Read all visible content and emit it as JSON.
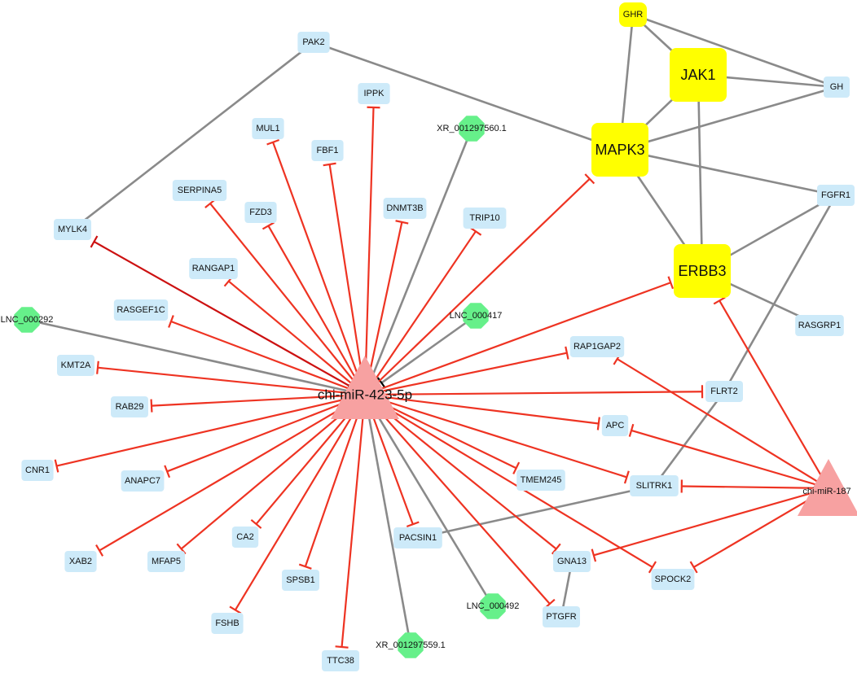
{
  "colors": {
    "target_node": "#cdeaf9",
    "hub_node": "#ffff00",
    "lnc_node": "#66f08a",
    "mirna_node": "#f7a1a1",
    "ppi_edge": "#8a8a8a",
    "inhibit_edge": "#ee3322",
    "inhibit_edge_dark": "#cc1111",
    "lnc_binding_mark": "#000000"
  },
  "legend_semantics": {
    "rounded_square": "mRNA target / protein",
    "yellow_square": "hub protein",
    "octagon": "lncRNA",
    "triangle": "miRNA",
    "red_tee_edge": "inhibition",
    "grey_edge": "interaction"
  },
  "nodes": [
    {
      "id": "mir423",
      "label": "chi-miR-423-5p",
      "kind": "mirna",
      "size": "big"
    },
    {
      "id": "mir187",
      "label": "chi-miR-187",
      "kind": "mirna",
      "size": "small"
    },
    {
      "id": "GHR",
      "label": "GHR",
      "kind": "hub",
      "size": "xs"
    },
    {
      "id": "JAK1",
      "label": "JAK1",
      "kind": "hub",
      "size": "l"
    },
    {
      "id": "MAPK3",
      "label": "MAPK3",
      "kind": "hub",
      "size": "l"
    },
    {
      "id": "ERBB3",
      "label": "ERBB3",
      "kind": "hub",
      "size": "l"
    },
    {
      "id": "LNC_000292",
      "label": "LNC_000292",
      "kind": "lnc"
    },
    {
      "id": "LNC_000417",
      "label": "LNC_000417",
      "kind": "lnc"
    },
    {
      "id": "LNC_000492",
      "label": "LNC_000492",
      "kind": "lnc"
    },
    {
      "id": "XR_001297560",
      "label": "XR_001297560.1",
      "kind": "lnc"
    },
    {
      "id": "XR_001297559",
      "label": "XR_001297559.1",
      "kind": "lnc"
    },
    {
      "id": "PAK2",
      "label": "PAK2",
      "kind": "target"
    },
    {
      "id": "GH",
      "label": "GH",
      "kind": "target"
    },
    {
      "id": "FGFR1",
      "label": "FGFR1",
      "kind": "target"
    },
    {
      "id": "RASGRP1",
      "label": "RASGRP1",
      "kind": "target"
    },
    {
      "id": "IPPK",
      "label": "IPPK",
      "kind": "target"
    },
    {
      "id": "MUL1",
      "label": "MUL1",
      "kind": "target"
    },
    {
      "id": "FBF1",
      "label": "FBF1",
      "kind": "target"
    },
    {
      "id": "SERPINA5",
      "label": "SERPINA5",
      "kind": "target"
    },
    {
      "id": "FZD3",
      "label": "FZD3",
      "kind": "target"
    },
    {
      "id": "DNMT3B",
      "label": "DNMT3B",
      "kind": "target"
    },
    {
      "id": "TRIP10",
      "label": "TRIP10",
      "kind": "target"
    },
    {
      "id": "MYLK4",
      "label": "MYLK4",
      "kind": "target"
    },
    {
      "id": "RANGAP1",
      "label": "RANGAP1",
      "kind": "target"
    },
    {
      "id": "RASGEF1C",
      "label": "RASGEF1C",
      "kind": "target"
    },
    {
      "id": "KMT2A",
      "label": "KMT2A",
      "kind": "target"
    },
    {
      "id": "RAB29",
      "label": "RAB29",
      "kind": "target"
    },
    {
      "id": "CNR1",
      "label": "CNR1",
      "kind": "target"
    },
    {
      "id": "ANAPC7",
      "label": "ANAPC7",
      "kind": "target"
    },
    {
      "id": "XAB2",
      "label": "XAB2",
      "kind": "target"
    },
    {
      "id": "MFAP5",
      "label": "MFAP5",
      "kind": "target"
    },
    {
      "id": "CA2",
      "label": "CA2",
      "kind": "target"
    },
    {
      "id": "SPSB1",
      "label": "SPSB1",
      "kind": "target"
    },
    {
      "id": "FSHB",
      "label": "FSHB",
      "kind": "target"
    },
    {
      "id": "TTC38",
      "label": "TTC38",
      "kind": "target"
    },
    {
      "id": "PACSIN1",
      "label": "PACSIN1",
      "kind": "target"
    },
    {
      "id": "TMEM245",
      "label": "TMEM245",
      "kind": "target"
    },
    {
      "id": "GNA13",
      "label": "GNA13",
      "kind": "target"
    },
    {
      "id": "PTGFR",
      "label": "PTGFR",
      "kind": "target"
    },
    {
      "id": "SPOCK2",
      "label": "SPOCK2",
      "kind": "target"
    },
    {
      "id": "SLITRK1",
      "label": "SLITRK1",
      "kind": "target"
    },
    {
      "id": "APC",
      "label": "APC",
      "kind": "target"
    },
    {
      "id": "FLRT2",
      "label": "FLRT2",
      "kind": "target"
    },
    {
      "id": "RAP1GAP2",
      "label": "RAP1GAP2",
      "kind": "target"
    }
  ],
  "edges": [
    {
      "source": "GHR",
      "target": "JAK1",
      "type": "interaction"
    },
    {
      "source": "GHR",
      "target": "MAPK3",
      "type": "interaction"
    },
    {
      "source": "GHR",
      "target": "GH",
      "type": "interaction"
    },
    {
      "source": "JAK1",
      "target": "GH",
      "type": "interaction"
    },
    {
      "source": "JAK1",
      "target": "MAPK3",
      "type": "interaction"
    },
    {
      "source": "JAK1",
      "target": "ERBB3",
      "type": "interaction"
    },
    {
      "source": "MAPK3",
      "target": "GH",
      "type": "interaction"
    },
    {
      "source": "MAPK3",
      "target": "FGFR1",
      "type": "interaction"
    },
    {
      "source": "MAPK3",
      "target": "ERBB3",
      "type": "interaction"
    },
    {
      "source": "MAPK3",
      "target": "PAK2",
      "type": "interaction"
    },
    {
      "source": "PAK2",
      "target": "MYLK4",
      "type": "interaction"
    },
    {
      "source": "ERBB3",
      "target": "FGFR1",
      "type": "interaction"
    },
    {
      "source": "ERBB3",
      "target": "RASGRP1",
      "type": "interaction"
    },
    {
      "source": "FGFR1",
      "target": "FLRT2",
      "type": "interaction"
    },
    {
      "source": "FLRT2",
      "target": "SLITRK1",
      "type": "interaction"
    },
    {
      "source": "SLITRK1",
      "target": "PACSIN1",
      "type": "interaction"
    },
    {
      "source": "GNA13",
      "target": "PTGFR",
      "type": "interaction"
    },
    {
      "source": "LNC_000292",
      "target": "mir423",
      "type": "binding"
    },
    {
      "source": "LNC_000417",
      "target": "mir423",
      "type": "binding"
    },
    {
      "source": "XR_001297560",
      "target": "mir423",
      "type": "binding"
    },
    {
      "source": "XR_001297559",
      "target": "mir423",
      "type": "binding"
    },
    {
      "source": "LNC_000492",
      "target": "mir423",
      "type": "binding"
    },
    {
      "source": "mir423",
      "target": "MYLK4",
      "type": "inhibition",
      "dark": true
    },
    {
      "source": "mir423",
      "target": "SERPINA5",
      "type": "inhibition"
    },
    {
      "source": "mir423",
      "target": "MUL1",
      "type": "inhibition"
    },
    {
      "source": "mir423",
      "target": "IPPK",
      "type": "inhibition"
    },
    {
      "source": "mir423",
      "target": "FBF1",
      "type": "inhibition"
    },
    {
      "source": "mir423",
      "target": "FZD3",
      "type": "inhibition"
    },
    {
      "source": "mir423",
      "target": "DNMT3B",
      "type": "inhibition"
    },
    {
      "source": "mir423",
      "target": "TRIP10",
      "type": "inhibition"
    },
    {
      "source": "mir423",
      "target": "RANGAP1",
      "type": "inhibition"
    },
    {
      "source": "mir423",
      "target": "RASGEF1C",
      "type": "inhibition"
    },
    {
      "source": "mir423",
      "target": "KMT2A",
      "type": "inhibition"
    },
    {
      "source": "mir423",
      "target": "RAB29",
      "type": "inhibition"
    },
    {
      "source": "mir423",
      "target": "CNR1",
      "type": "inhibition"
    },
    {
      "source": "mir423",
      "target": "ANAPC7",
      "type": "inhibition"
    },
    {
      "source": "mir423",
      "target": "XAB2",
      "type": "inhibition"
    },
    {
      "source": "mir423",
      "target": "MFAP5",
      "type": "inhibition"
    },
    {
      "source": "mir423",
      "target": "CA2",
      "type": "inhibition"
    },
    {
      "source": "mir423",
      "target": "FSHB",
      "type": "inhibition"
    },
    {
      "source": "mir423",
      "target": "SPSB1",
      "type": "inhibition"
    },
    {
      "source": "mir423",
      "target": "TTC38",
      "type": "inhibition"
    },
    {
      "source": "mir423",
      "target": "PACSIN1",
      "type": "inhibition"
    },
    {
      "source": "mir423",
      "target": "TMEM245",
      "type": "inhibition"
    },
    {
      "source": "mir423",
      "target": "GNA13",
      "type": "inhibition"
    },
    {
      "source": "mir423",
      "target": "PTGFR",
      "type": "inhibition"
    },
    {
      "source": "mir423",
      "target": "SPOCK2",
      "type": "inhibition"
    },
    {
      "source": "mir423",
      "target": "SLITRK1",
      "type": "inhibition"
    },
    {
      "source": "mir423",
      "target": "APC",
      "type": "inhibition"
    },
    {
      "source": "mir423",
      "target": "FLRT2",
      "type": "inhibition"
    },
    {
      "source": "mir423",
      "target": "RAP1GAP2",
      "type": "inhibition"
    },
    {
      "source": "mir423",
      "target": "ERBB3",
      "type": "inhibition"
    },
    {
      "source": "mir423",
      "target": "MAPK3",
      "type": "inhibition"
    },
    {
      "source": "mir187",
      "target": "ERBB3",
      "type": "inhibition"
    },
    {
      "source": "mir187",
      "target": "RAP1GAP2",
      "type": "inhibition"
    },
    {
      "source": "mir187",
      "target": "APC",
      "type": "inhibition"
    },
    {
      "source": "mir187",
      "target": "SLITRK1",
      "type": "inhibition"
    },
    {
      "source": "mir187",
      "target": "GNA13",
      "type": "inhibition"
    },
    {
      "source": "mir187",
      "target": "SPOCK2",
      "type": "inhibition"
    }
  ]
}
